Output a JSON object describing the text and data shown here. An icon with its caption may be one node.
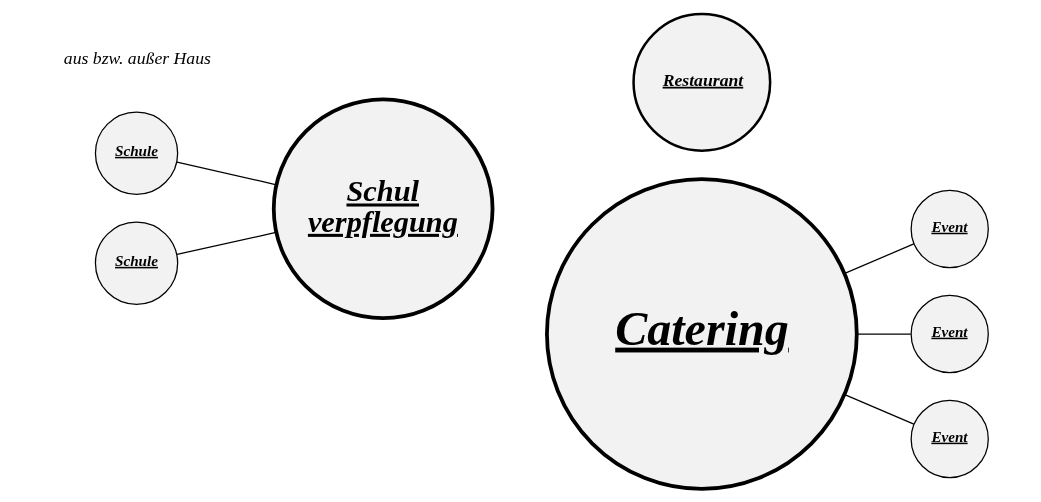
{
  "diagram": {
    "nodes": [
      {
        "text": [
          "Schule"
        ]
      },
      {
        "text": [
          "Schule"
        ]
      },
      {
        "text": [
          "Schul verpflegung"
        ]
      },
      {
        "text": [
          "Restaurant"
        ]
      },
      {
        "text": [
          "Catering"
        ]
      },
      {
        "text": [
          "Event"
        ]
      },
      {
        "text": [
          "Event"
        ]
      },
      {
        "text": [
          "Event"
        ]
      }
    ],
    "edges": [
      {
        "from": 0,
        "to": 2,
        "arrow": "none"
      },
      {
        "from": 1,
        "to": 2,
        "arrow": "none"
      },
      {
        "from": 4,
        "to": 5,
        "arrow": "none"
      },
      {
        "from": 4,
        "to": 6,
        "arrow": "none"
      },
      {
        "from": 4,
        "to": 7,
        "arrow": "none"
      }
    ],
    "labels": [
      "aus bzw. außer Haus"
    ]
  }
}
